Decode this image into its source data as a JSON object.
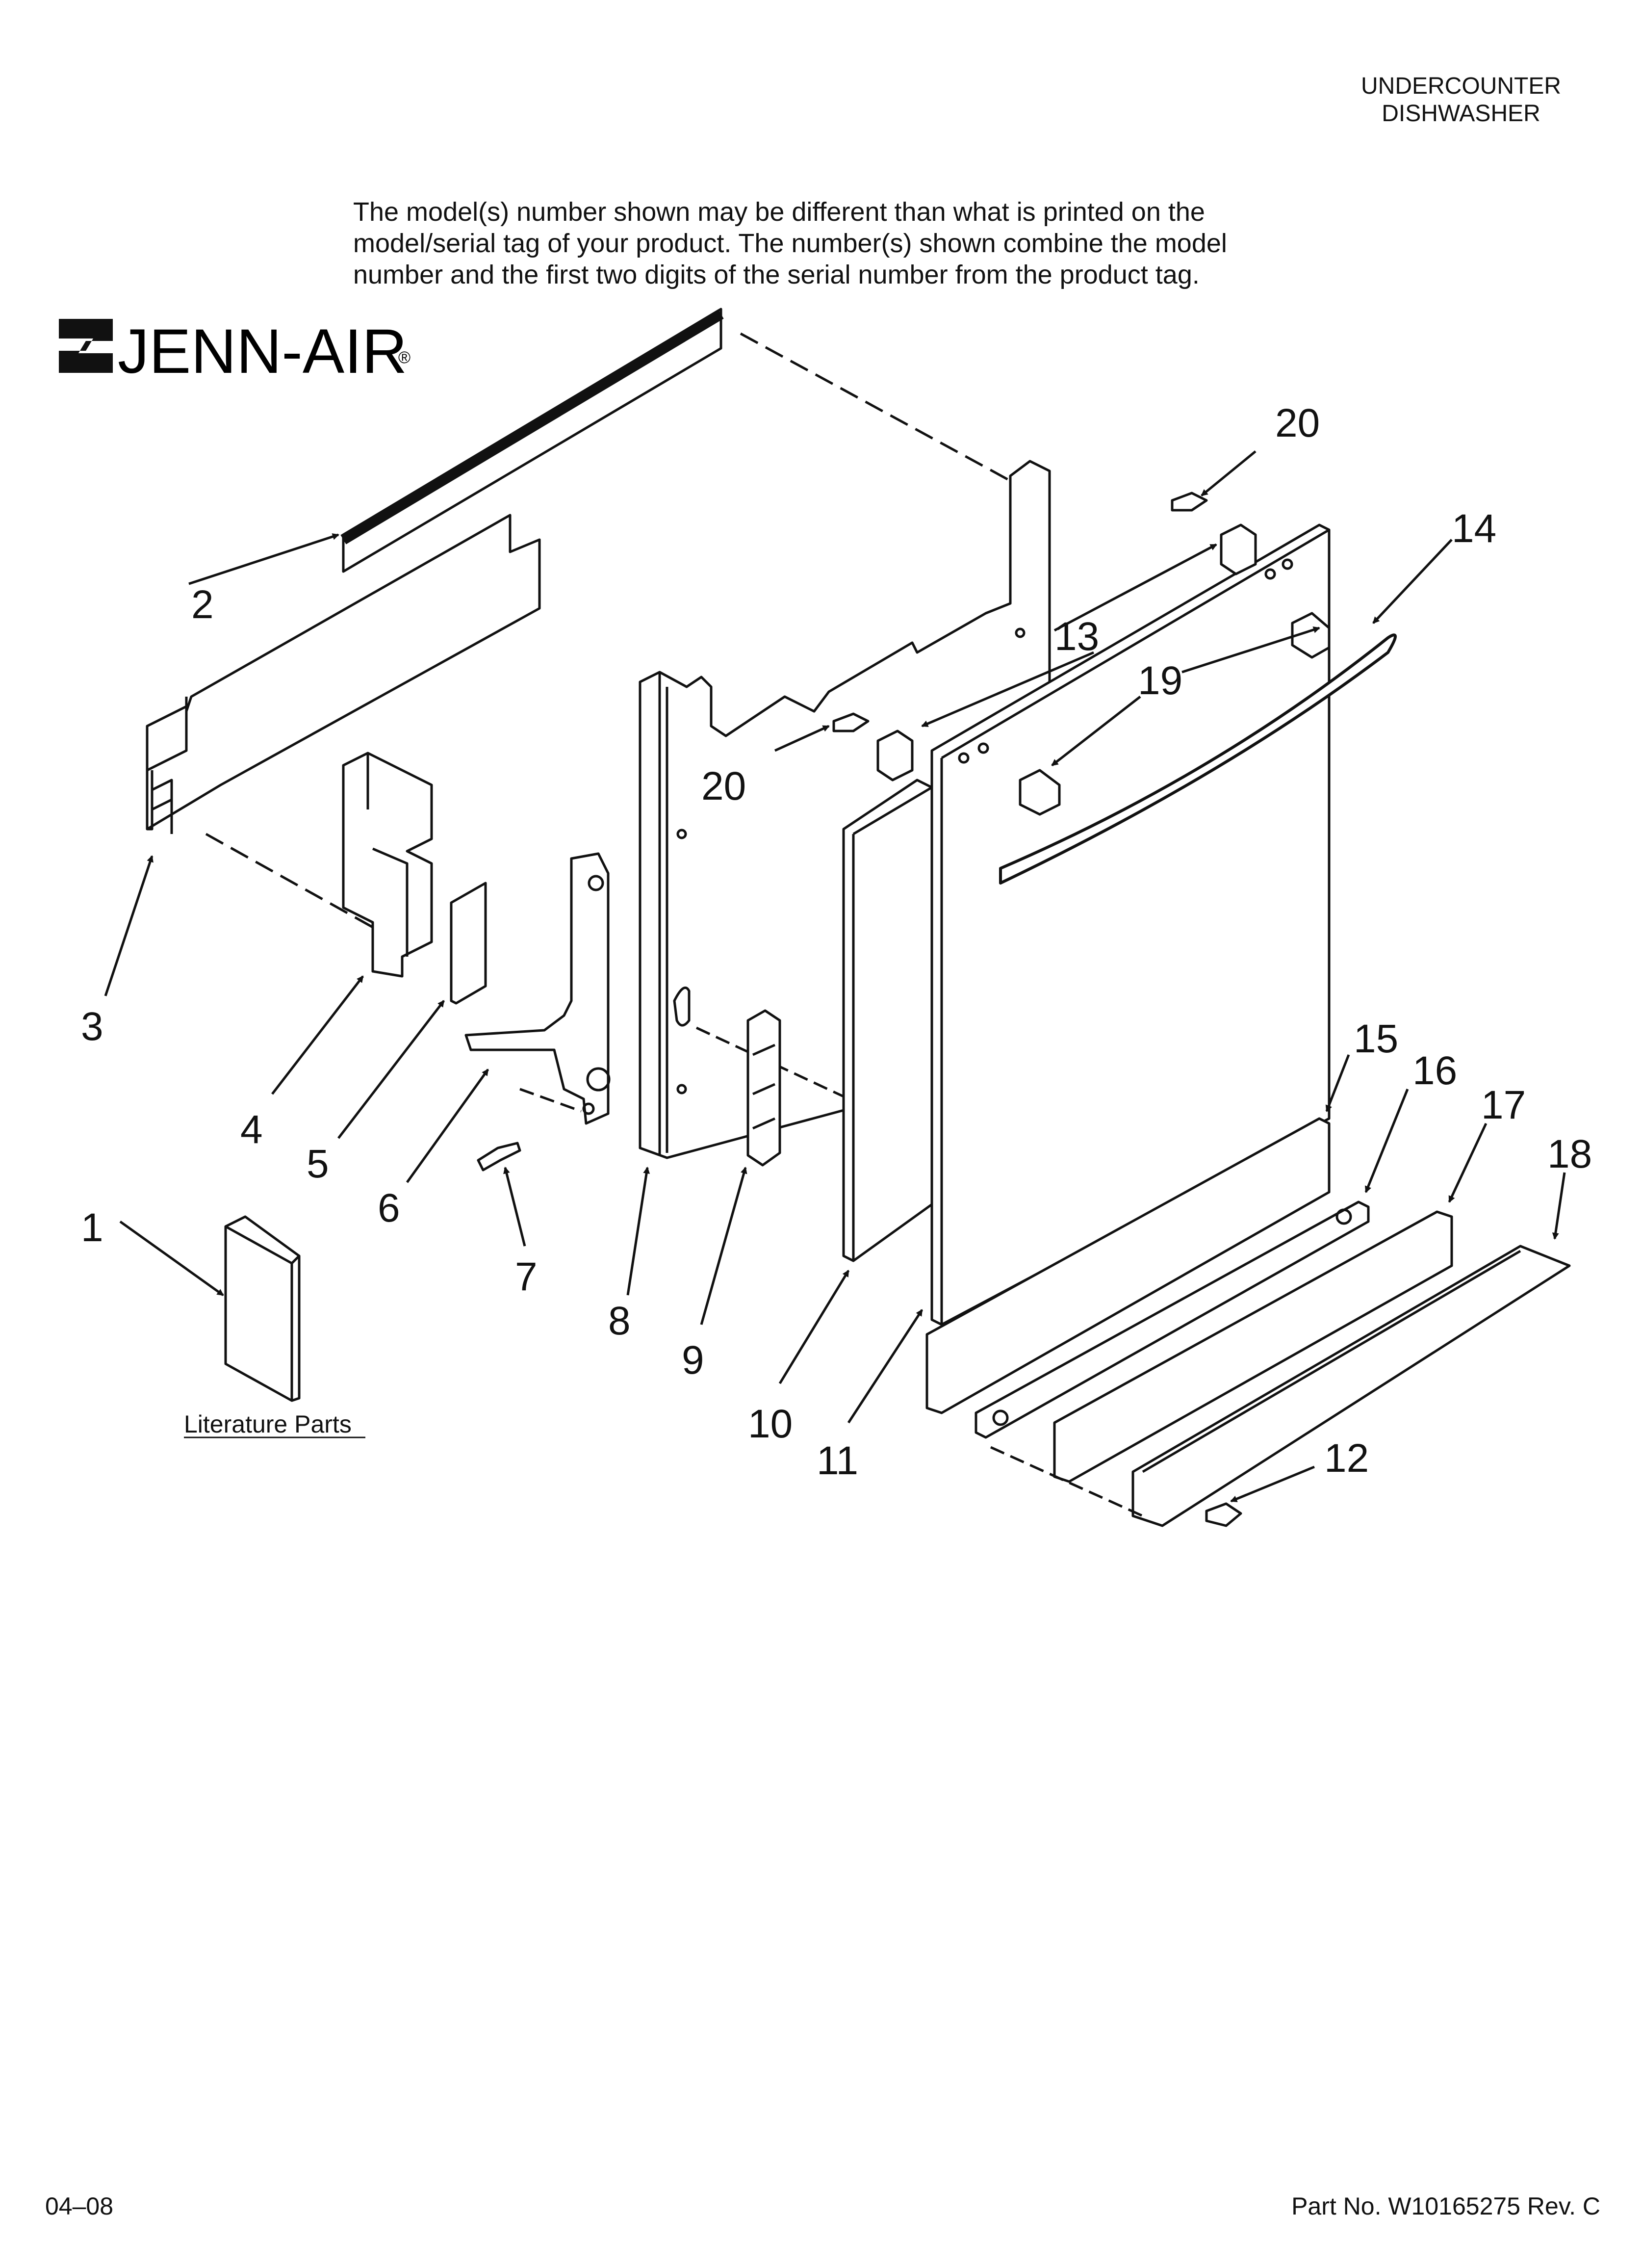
{
  "header": {
    "line1": "UNDERCOUNTER",
    "line2": "DISHWASHER"
  },
  "notice": {
    "line1": "The model(s) number shown may be different than what is printed on the",
    "line2": "model/serial tag of your product. The number(s) shown combine the model",
    "line3": "number and the first two digits of the serial number from the product tag."
  },
  "brand": {
    "name": "JENN-AIR",
    "registered": "®"
  },
  "callouts": [
    "1",
    "2",
    "3",
    "4",
    "5",
    "6",
    "7",
    "8",
    "9",
    "10",
    "11",
    "12",
    "13",
    "14",
    "15",
    "16",
    "17",
    "18",
    "19",
    "20",
    "20"
  ],
  "literature_label": "Literature Parts",
  "footer": {
    "date": "04–08",
    "part_number": "Part No. W10165275 Rev. C"
  }
}
